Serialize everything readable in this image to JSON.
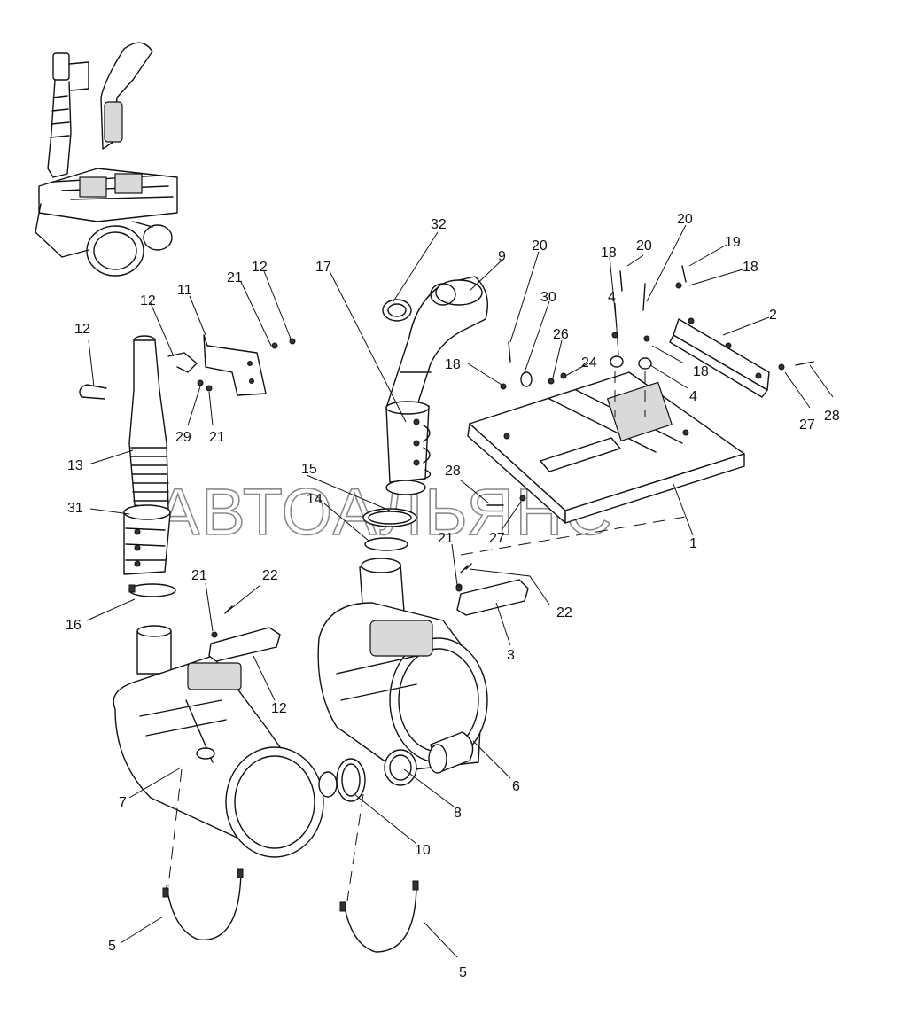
{
  "watermark": "АВТОАЛЬЯНС",
  "callouts": [
    {
      "id": "c32",
      "text": "32"
    },
    {
      "id": "c9",
      "text": "9"
    },
    {
      "id": "c20a",
      "text": "20"
    },
    {
      "id": "c18a",
      "text": "18"
    },
    {
      "id": "c20b",
      "text": "20"
    },
    {
      "id": "c20c",
      "text": "20"
    },
    {
      "id": "c19",
      "text": "19"
    },
    {
      "id": "c18b",
      "text": "18"
    },
    {
      "id": "c17",
      "text": "17"
    },
    {
      "id": "c21a",
      "text": "21"
    },
    {
      "id": "c12a",
      "text": "12"
    },
    {
      "id": "c12b",
      "text": "12"
    },
    {
      "id": "c11",
      "text": "11"
    },
    {
      "id": "c30",
      "text": "30"
    },
    {
      "id": "c4a",
      "text": "4"
    },
    {
      "id": "c2",
      "text": "2"
    },
    {
      "id": "c12c",
      "text": "12"
    },
    {
      "id": "c26",
      "text": "26"
    },
    {
      "id": "c24",
      "text": "24"
    },
    {
      "id": "c18c",
      "text": "18"
    },
    {
      "id": "c18d",
      "text": "18"
    },
    {
      "id": "c4b",
      "text": "4"
    },
    {
      "id": "c29",
      "text": "29"
    },
    {
      "id": "c21b",
      "text": "21"
    },
    {
      "id": "c27a",
      "text": "27"
    },
    {
      "id": "c28a",
      "text": "28"
    },
    {
      "id": "c13",
      "text": "13"
    },
    {
      "id": "c15",
      "text": "15"
    },
    {
      "id": "c28b",
      "text": "28"
    },
    {
      "id": "c14",
      "text": "14"
    },
    {
      "id": "c31",
      "text": "31"
    },
    {
      "id": "c27b",
      "text": "27"
    },
    {
      "id": "c21c",
      "text": "21"
    },
    {
      "id": "c1",
      "text": "1"
    },
    {
      "id": "c21d",
      "text": "21"
    },
    {
      "id": "c22a",
      "text": "22"
    },
    {
      "id": "c22b",
      "text": "22"
    },
    {
      "id": "c16",
      "text": "16"
    },
    {
      "id": "c3",
      "text": "3"
    },
    {
      "id": "c12d",
      "text": "12"
    },
    {
      "id": "c6",
      "text": "6"
    },
    {
      "id": "c7",
      "text": "7"
    },
    {
      "id": "c8",
      "text": "8"
    },
    {
      "id": "c10",
      "text": "10"
    },
    {
      "id": "c5a",
      "text": "5"
    },
    {
      "id": "c5b",
      "text": "5"
    }
  ]
}
